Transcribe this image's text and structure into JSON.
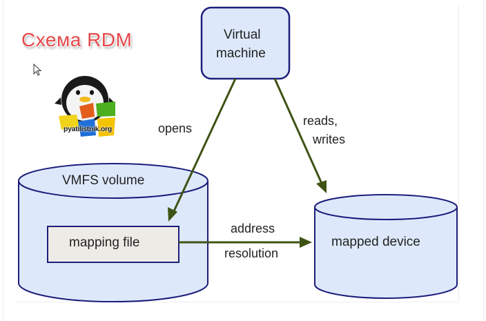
{
  "title": "Схема RDM",
  "logo": {
    "icon": "penguin-windows-logo",
    "text": "pyatilistnik.org"
  },
  "nodes": {
    "virtual_machine": {
      "line1": "Virtual",
      "line2": "machine"
    },
    "vmfs_volume": {
      "label": "VMFS volume"
    },
    "mapping_file": {
      "label": "mapping file"
    },
    "mapped_device": {
      "label": "mapped device"
    }
  },
  "edges": {
    "opens": {
      "label": "opens"
    },
    "reads_writes": {
      "line1": "reads,",
      "line2": "writes"
    },
    "address_resolution": {
      "line1": "address",
      "line2": "resolution"
    }
  },
  "colors": {
    "node_fill": "#dde9fb",
    "node_stroke": "#1c1c7a",
    "mapping_fill": "#eeebe6",
    "arrow": "#3f5314",
    "title": "#e8474a"
  }
}
